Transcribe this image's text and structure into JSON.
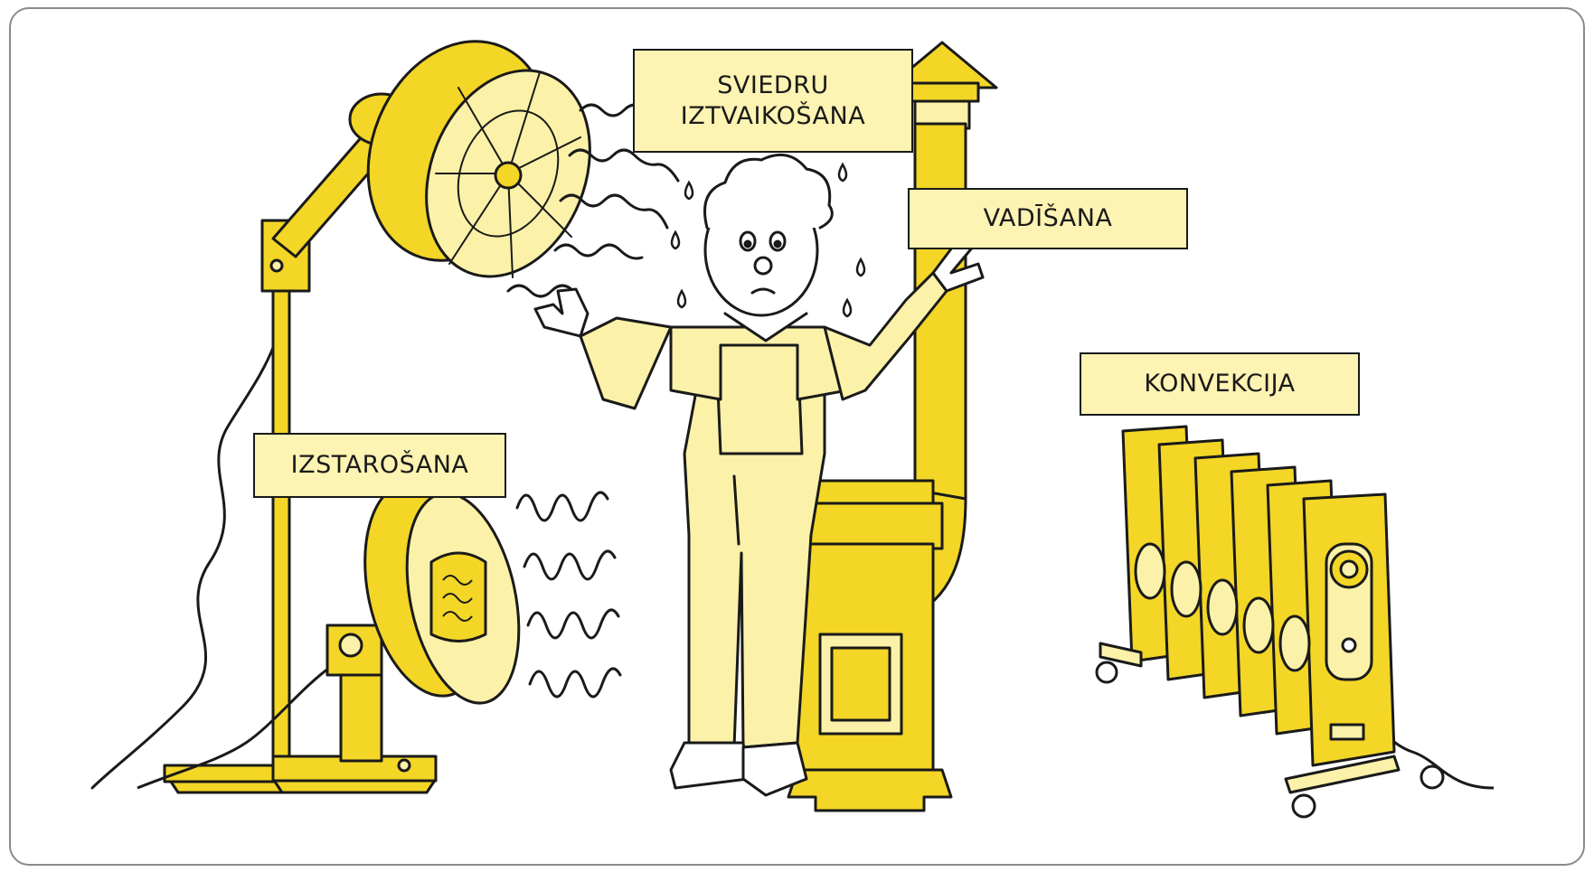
{
  "colors": {
    "label_fill": "#fdf3b2",
    "yellow_strong": "#f3d626",
    "yellow_pale": "#fbf1a8",
    "ink": "#1a1a1a",
    "frame": "#8a8a8a"
  },
  "labels": {
    "sweat": "SVIEDRU\nIZTVAIKOŠANA",
    "conduction": "VADĪŠANA",
    "convection": "KONVEKCIJA",
    "radiation": "IZSTAROŠANA"
  },
  "icons": [
    "standing-fan-icon",
    "radiant-heater-icon",
    "person-icon",
    "stove-icon",
    "oil-radiator-icon"
  ]
}
